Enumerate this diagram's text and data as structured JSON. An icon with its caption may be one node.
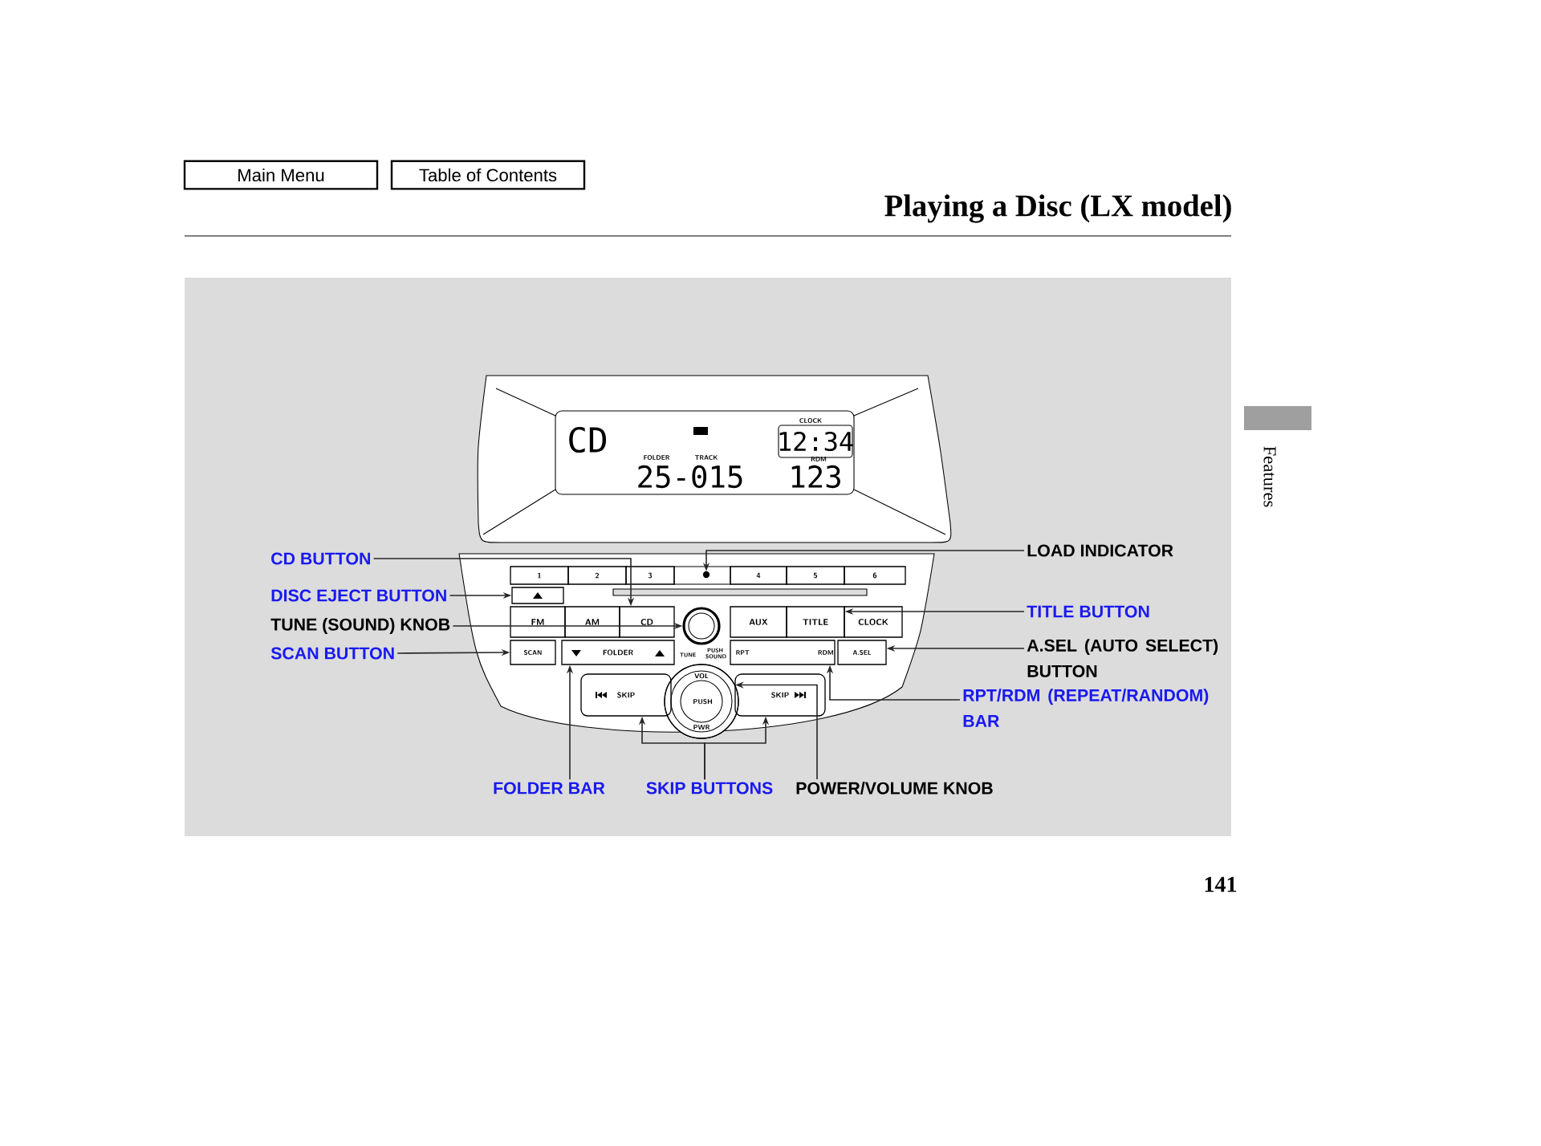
{
  "diagram": {
    "title": "Playing a Disc (LX model)",
    "nodes": [
      {
        "text": [
          "Main Menu"
        ]
      },
      {
        "text": [
          "Table of Contents"
        ]
      },
      {
        "text": [
          "CD BUTTON"
        ]
      },
      {
        "text": [
          "DISC EJECT BUTTON"
        ]
      },
      {
        "text": [
          "TUNE (SOUND) KNOB"
        ]
      },
      {
        "text": [
          "SCAN BUTTON"
        ]
      },
      {
        "text": [
          "FOLDER BAR"
        ]
      },
      {
        "text": [
          "SKIP BUTTONS"
        ]
      },
      {
        "text": [
          "POWER/VOLUME KNOB"
        ]
      },
      {
        "text": [
          "LOAD INDICATOR"
        ]
      },
      {
        "text": [
          "TITLE BUTTON"
        ]
      },
      {
        "text": [
          "A.SEL (AUTO SELECT) BUTTON"
        ]
      },
      {
        "text": [
          "RPT/RDM (REPEAT/RANDOM) BAR"
        ]
      },
      {
        "text": [
          "1"
        ]
      },
      {
        "text": [
          "2"
        ]
      },
      {
        "text": [
          "3"
        ]
      },
      {
        "text": [],
        "shape": "circle"
      },
      {
        "text": [
          "4"
        ]
      },
      {
        "text": [
          "5"
        ]
      },
      {
        "text": [
          "6"
        ]
      },
      {
        "text": [],
        "shape": "box"
      },
      {
        "text": [
          "FM"
        ]
      },
      {
        "text": [
          "AM"
        ]
      },
      {
        "text": [
          "CD"
        ]
      },
      {
        "text": [],
        "shape": "circle"
      },
      {
        "text": [
          "AUX"
        ]
      },
      {
        "text": [
          "TITLE"
        ]
      },
      {
        "text": [
          "CLOCK"
        ]
      },
      {
        "text": [
          "SCAN"
        ]
      },
      {
        "text": [
          "FOLDER"
        ]
      },
      {
        "text": [
          "RPT",
          "RDM"
        ]
      },
      {
        "text": [
          "A.SEL"
        ]
      },
      {
        "text": [
          "SKIP"
        ]
      },
      {
        "text": [
          "VOL PUSH PWR"
        ]
      },
      {
        "text": [
          "SKIP"
        ]
      }
    ],
    "edges": [
      {
        "from": 2,
        "to": 23,
        "arrow": "to"
      },
      {
        "from": 3,
        "to": 20,
        "arrow": "to"
      },
      {
        "from": 4,
        "to": 24,
        "arrow": "to"
      },
      {
        "from": 5,
        "to": 28,
        "arrow": "to"
      },
      {
        "from": 6,
        "to": 29,
        "arrow": "to"
      },
      {
        "from": 7,
        "to": 32,
        "arrow": "to"
      },
      {
        "from": 7,
        "to": 34,
        "arrow": "to"
      },
      {
        "from": 8,
        "to": 33,
        "arrow": "to"
      },
      {
        "from": 9,
        "to": 16,
        "arrow": "to"
      },
      {
        "from": 10,
        "to": 26,
        "arrow": "to"
      },
      {
        "from": 11,
        "to": 31,
        "arrow": "to"
      },
      {
        "from": 12,
        "to": 30,
        "arrow": "to"
      }
    ],
    "labels": [
      "CLOCK",
      "CD",
      "12:34",
      "FOLDER",
      "TRACK",
      "RDM",
      "25-015",
      "123",
      "TUNE",
      "PUSH SOUND",
      "Features",
      "141"
    ]
  }
}
